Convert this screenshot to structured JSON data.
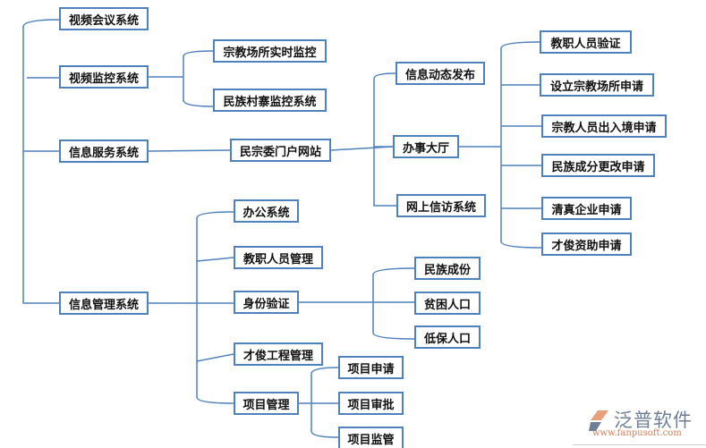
{
  "diagram": {
    "nodes": [
      "视频会议系统",
      "视频监控系统",
      "信息服务系统",
      "信息管理系统",
      "宗教场所实时监控",
      "民族村寨监控系统",
      "民宗委门户网站",
      "信息动态发布",
      "办事大厅",
      "网上信访系统",
      "教职人员验证",
      "设立宗教场所申请",
      "宗教人员出入境申请",
      "民族成分更改申请",
      "清真企业申请",
      "才俊资助申请",
      "办公系统",
      "教职人员管理",
      "身份验证",
      "才俊工程管理",
      "项目管理",
      "民族成份",
      "贫困人口",
      "低保人口",
      "项目申请",
      "项目审批",
      "项目监管"
    ],
    "line_color": "#4f81bd"
  },
  "logo": {
    "name": "泛普软件",
    "url": "www.fanpusoft.com"
  }
}
